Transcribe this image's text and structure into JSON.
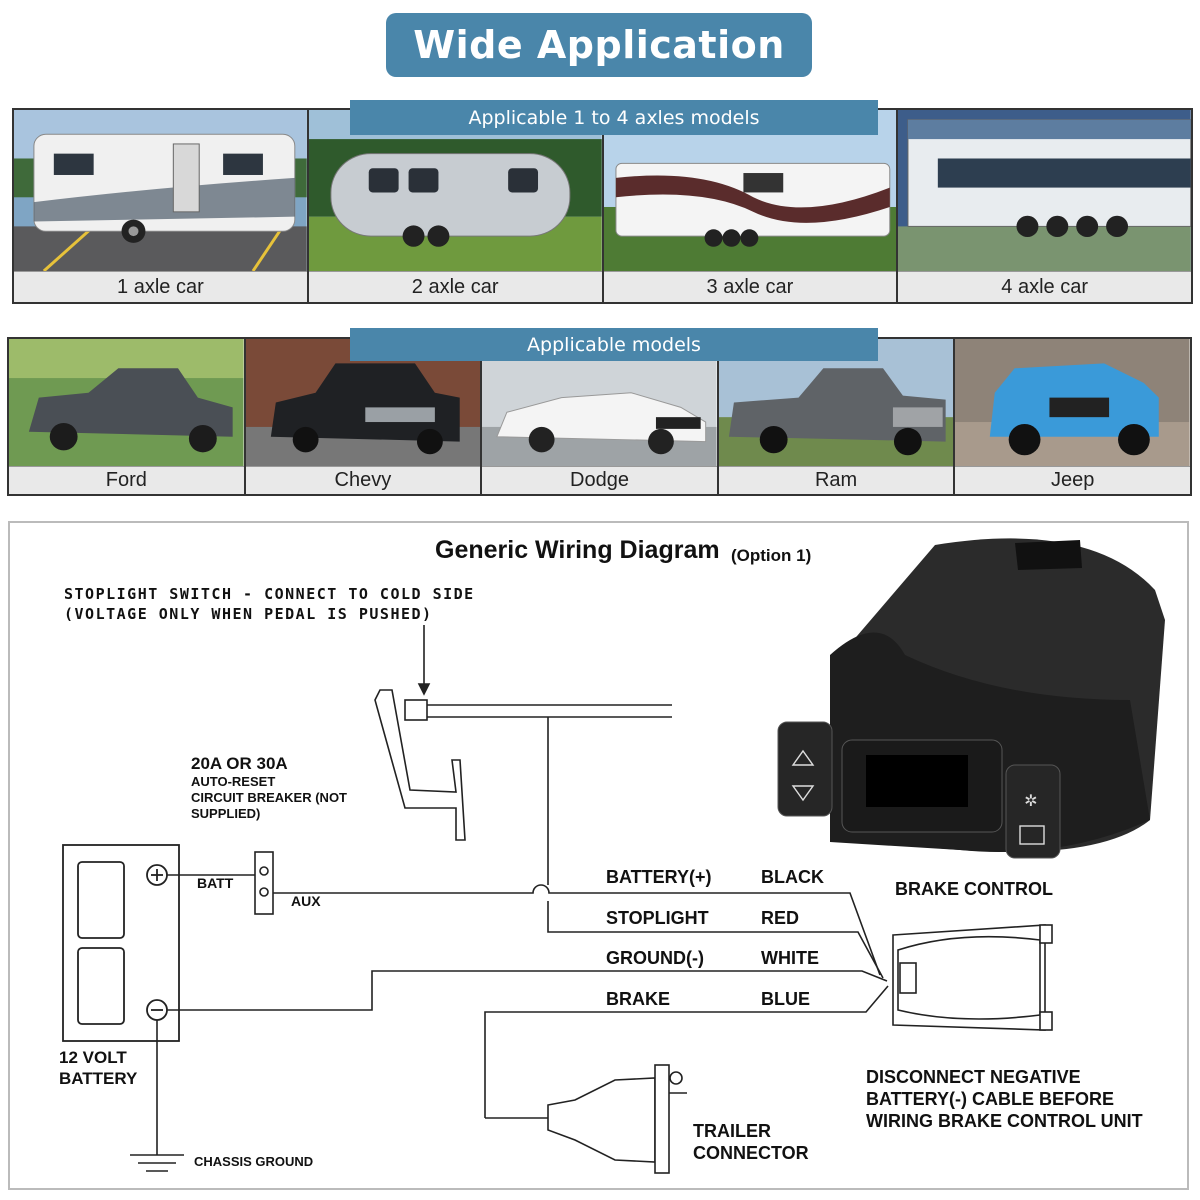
{
  "header": {
    "title": "Wide Application"
  },
  "axles_section": {
    "ribbon": "Applicable 1 to 4 axles models",
    "items": [
      {
        "label": "1 axle car",
        "icon": "single-axle-travel-trailer-photo"
      },
      {
        "label": "2 axle car",
        "icon": "airstream-trailer-photo"
      },
      {
        "label": "3 axle car",
        "icon": "fifth-wheel-trailer-photo"
      },
      {
        "label": "4 axle car",
        "icon": "four-axle-trailer-photo"
      }
    ]
  },
  "models_section": {
    "ribbon": "Applicable models",
    "items": [
      {
        "label": "Ford",
        "icon": "ford-truck-photo"
      },
      {
        "label": "Chevy",
        "icon": "chevy-truck-photo"
      },
      {
        "label": "Dodge",
        "icon": "dodge-car-photo"
      },
      {
        "label": "Ram",
        "icon": "ram-truck-photo"
      },
      {
        "label": "Jeep",
        "icon": "jeep-photo"
      }
    ]
  },
  "diagram": {
    "title": "Generic Wiring Diagram",
    "title_option": "(Option 1)",
    "stoplight_line1": "STOPLIGHT SWITCH - CONNECT TO COLD SIDE",
    "stoplight_line2": "(VOLTAGE ONLY WHEN PEDAL IS PUSHED)",
    "breaker_line1": "20A OR 30A",
    "breaker_line2": "AUTO-RESET",
    "breaker_line3": "CIRCUIT BREAKER (NOT",
    "breaker_line4": "SUPPLIED)",
    "batt_label": "BATT",
    "aux_label": "AUX",
    "battery_line1": "12 VOLT",
    "battery_line2": "BATTERY",
    "chassis_ground": "CHASSIS GROUND",
    "wires": [
      {
        "name": "BATTERY(+)",
        "color": "BLACK"
      },
      {
        "name": "STOPLIGHT",
        "color": "RED"
      },
      {
        "name": "GROUND(-)",
        "color": "WHITE"
      },
      {
        "name": "BRAKE",
        "color": "BLUE"
      }
    ],
    "brake_control": "BRAKE CONTROL",
    "note_line1": "DISCONNECT NEGATIVE",
    "note_line2": "BATTERY(-) CABLE BEFORE",
    "note_line3": "WIRING BRAKE CONTROL UNIT",
    "trailer_line1": "TRAILER",
    "trailer_line2": "CONNECTOR"
  },
  "colors": {
    "accent": "#4a86aa",
    "caption_bg": "#e9e9e9",
    "device_body": "#2b2b2b"
  }
}
